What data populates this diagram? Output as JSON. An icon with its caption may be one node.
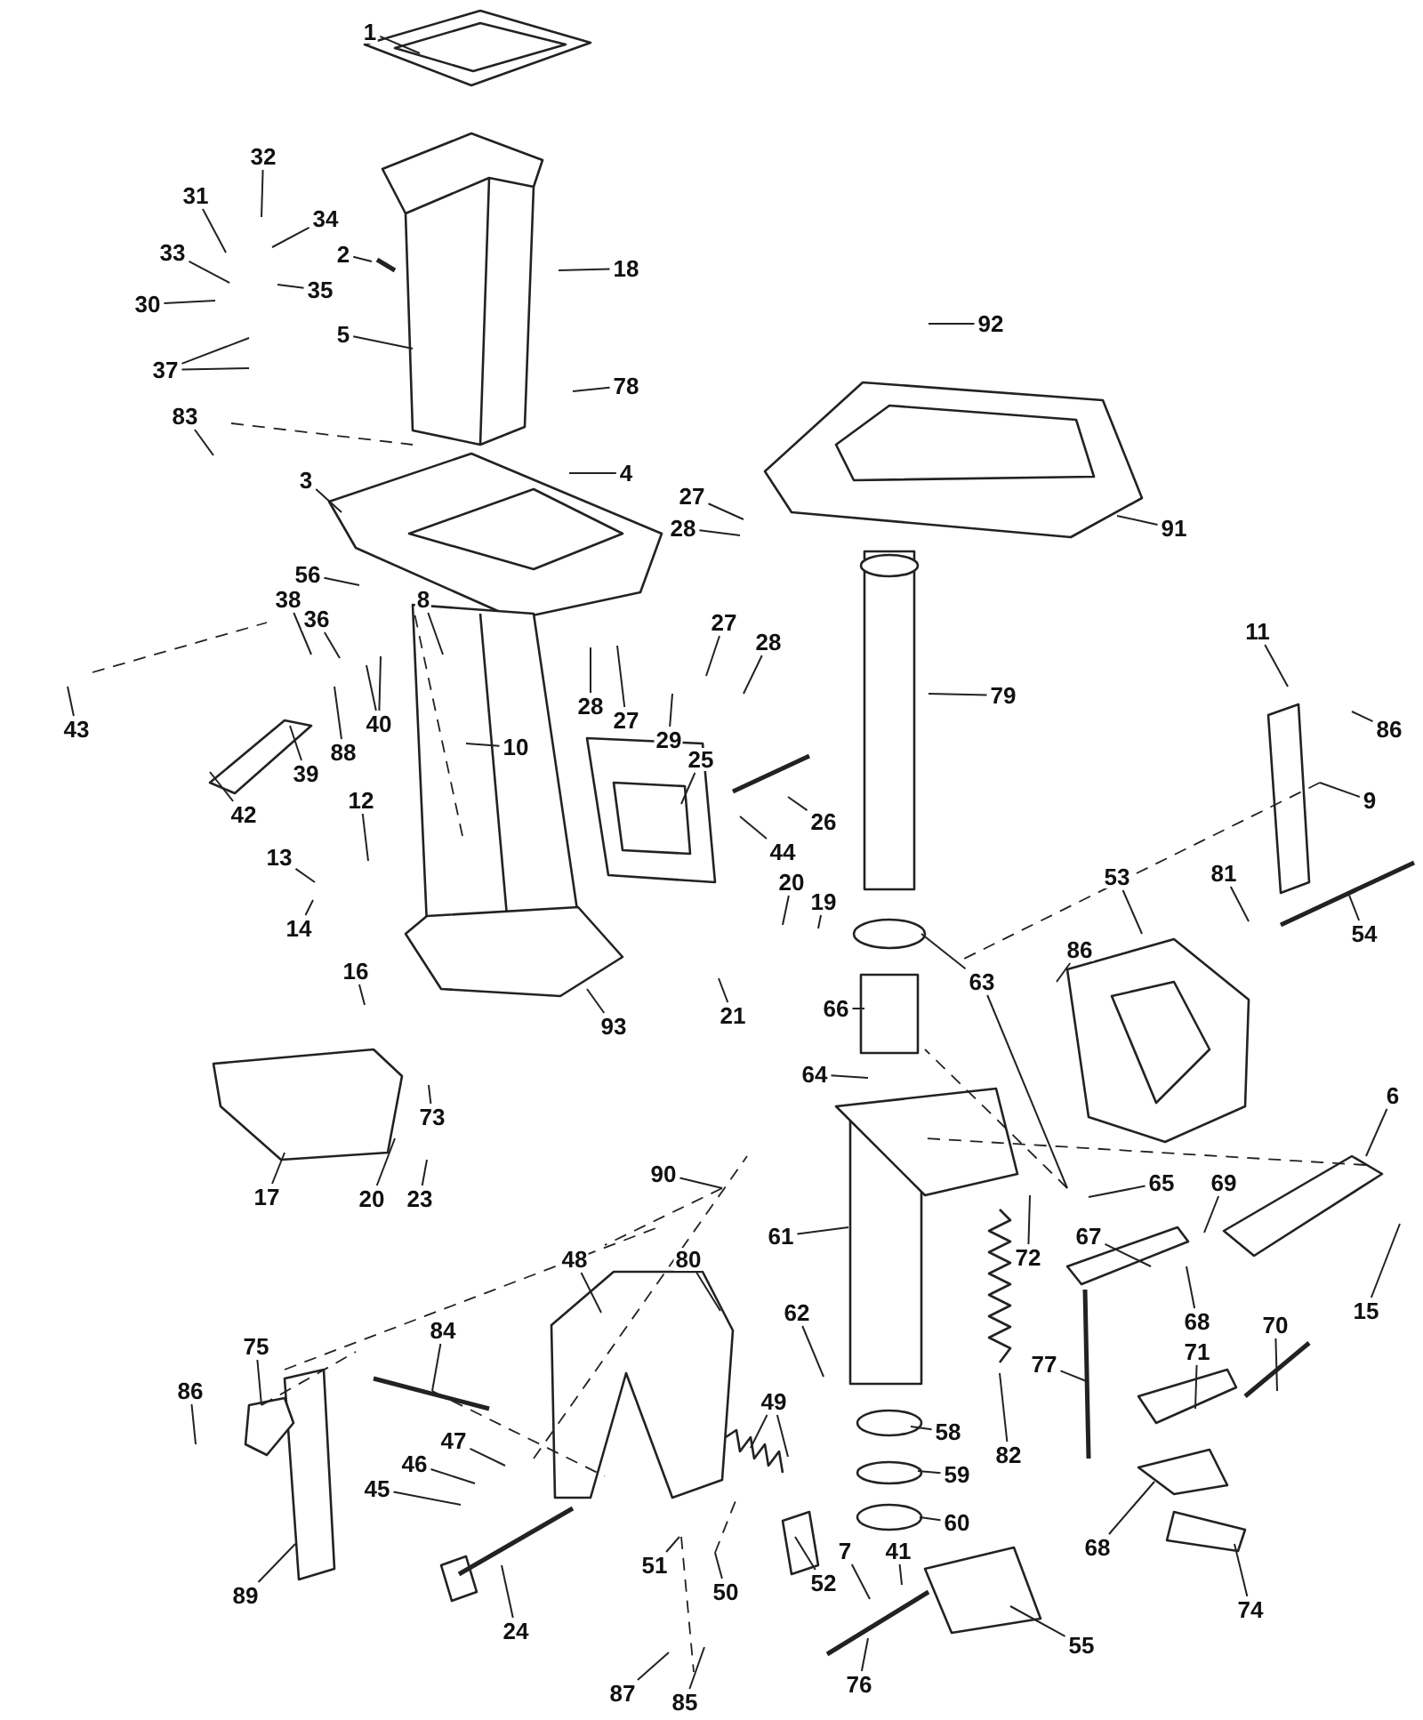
{
  "diagram": {
    "nodes": [
      {
        "text": [
          "1"
        ]
      },
      {
        "text": [
          "32"
        ]
      },
      {
        "text": [
          "31"
        ]
      },
      {
        "text": [
          "34"
        ]
      },
      {
        "text": [
          "33"
        ]
      },
      {
        "text": [
          "2"
        ]
      },
      {
        "text": [
          "18"
        ]
      },
      {
        "text": [
          "35"
        ]
      },
      {
        "text": [
          "30"
        ]
      },
      {
        "text": [
          "92"
        ]
      },
      {
        "text": [
          "5"
        ]
      },
      {
        "text": [
          "37"
        ]
      },
      {
        "text": [
          "78"
        ]
      },
      {
        "text": [
          "83"
        ]
      },
      {
        "text": [
          "4"
        ]
      },
      {
        "text": [
          "3"
        ]
      },
      {
        "text": [
          "27"
        ]
      },
      {
        "text": [
          "28"
        ]
      },
      {
        "text": [
          "91"
        ]
      },
      {
        "text": [
          "56"
        ]
      },
      {
        "text": [
          "8"
        ]
      },
      {
        "text": [
          "38"
        ]
      },
      {
        "text": [
          "36"
        ]
      },
      {
        "text": [
          "27"
        ]
      },
      {
        "text": [
          "28"
        ]
      },
      {
        "text": [
          "11"
        ]
      },
      {
        "text": [
          "28"
        ]
      },
      {
        "text": [
          "27"
        ]
      },
      {
        "text": [
          "40"
        ]
      },
      {
        "text": [
          "79"
        ]
      },
      {
        "text": [
          "43"
        ]
      },
      {
        "text": [
          "86"
        ]
      },
      {
        "text": [
          "29"
        ]
      },
      {
        "text": [
          "10"
        ]
      },
      {
        "text": [
          "88"
        ]
      },
      {
        "text": [
          "25"
        ]
      },
      {
        "text": [
          "39"
        ]
      },
      {
        "text": [
          "9"
        ]
      },
      {
        "text": [
          "42"
        ]
      },
      {
        "text": [
          "26"
        ]
      },
      {
        "text": [
          "12"
        ]
      },
      {
        "text": [
          "44"
        ]
      },
      {
        "text": [
          "13"
        ]
      },
      {
        "text": [
          "81"
        ]
      },
      {
        "text": [
          "53"
        ]
      },
      {
        "text": [
          "20"
        ]
      },
      {
        "text": [
          "19"
        ]
      },
      {
        "text": [
          "14"
        ]
      },
      {
        "text": [
          "54"
        ]
      },
      {
        "text": [
          "86"
        ]
      },
      {
        "text": [
          "16"
        ]
      },
      {
        "text": [
          "63"
        ]
      },
      {
        "text": [
          "66"
        ]
      },
      {
        "text": [
          "21"
        ]
      },
      {
        "text": [
          "93"
        ]
      },
      {
        "text": [
          "64"
        ]
      },
      {
        "text": [
          "6"
        ]
      },
      {
        "text": [
          "73"
        ]
      },
      {
        "text": [
          "90"
        ]
      },
      {
        "text": [
          "65"
        ]
      },
      {
        "text": [
          "69"
        ]
      },
      {
        "text": [
          "17"
        ]
      },
      {
        "text": [
          "20"
        ]
      },
      {
        "text": [
          "23"
        ]
      },
      {
        "text": [
          "61"
        ]
      },
      {
        "text": [
          "67"
        ]
      },
      {
        "text": [
          "72"
        ]
      },
      {
        "text": [
          "48"
        ]
      },
      {
        "text": [
          "80"
        ]
      },
      {
        "text": [
          "15"
        ]
      },
      {
        "text": [
          "62"
        ]
      },
      {
        "text": [
          "68"
        ]
      },
      {
        "text": [
          "70"
        ]
      },
      {
        "text": [
          "84"
        ]
      },
      {
        "text": [
          "75"
        ]
      },
      {
        "text": [
          "71"
        ]
      },
      {
        "text": [
          "77"
        ]
      },
      {
        "text": [
          "86"
        ]
      },
      {
        "text": [
          "49"
        ]
      },
      {
        "text": [
          "58"
        ]
      },
      {
        "text": [
          "47"
        ]
      },
      {
        "text": [
          "82"
        ]
      },
      {
        "text": [
          "46"
        ]
      },
      {
        "text": [
          "59"
        ]
      },
      {
        "text": [
          "45"
        ]
      },
      {
        "text": [
          "60"
        ]
      },
      {
        "text": [
          "68"
        ]
      },
      {
        "text": [
          "7"
        ]
      },
      {
        "text": [
          "41"
        ]
      },
      {
        "text": [
          "51"
        ]
      },
      {
        "text": [
          "52"
        ]
      },
      {
        "text": [
          "50"
        ]
      },
      {
        "text": [
          "89"
        ]
      },
      {
        "text": [
          "74"
        ]
      },
      {
        "text": [
          "24"
        ]
      },
      {
        "text": [
          "55"
        ]
      },
      {
        "text": [
          "76"
        ]
      },
      {
        "text": [
          "87"
        ]
      },
      {
        "text": [
          "85"
        ]
      }
    ],
    "edges": [
      {
        "from": 0,
        "to": null,
        "arrow": "none"
      },
      {
        "from": 1,
        "to": null,
        "arrow": "none"
      },
      {
        "from": 2,
        "to": null,
        "arrow": "none"
      },
      {
        "from": 3,
        "to": null,
        "arrow": "none"
      },
      {
        "from": 4,
        "to": null,
        "arrow": "none"
      },
      {
        "from": 5,
        "to": null,
        "arrow": "none"
      },
      {
        "from": 6,
        "to": null,
        "arrow": "none"
      },
      {
        "from": 7,
        "to": null,
        "arrow": "none"
      },
      {
        "from": 8,
        "to": null,
        "arrow": "none"
      },
      {
        "from": 9,
        "to": null,
        "arrow": "none"
      },
      {
        "from": 10,
        "to": null,
        "arrow": "none"
      },
      {
        "from": 11,
        "to": null,
        "arrow": "none"
      },
      {
        "from": 11,
        "to": null,
        "arrow": "none"
      },
      {
        "from": 12,
        "to": null,
        "arrow": "none"
      },
      {
        "from": 13,
        "to": null,
        "arrow": "none"
      },
      {
        "from": 14,
        "to": null,
        "arrow": "none"
      },
      {
        "from": 15,
        "to": null,
        "arrow": "none"
      },
      {
        "from": 16,
        "to": null,
        "arrow": "none"
      },
      {
        "from": 17,
        "to": null,
        "arrow": "none"
      },
      {
        "from": 18,
        "to": null,
        "arrow": "none"
      },
      {
        "from": 19,
        "to": null,
        "arrow": "none"
      },
      {
        "from": 20,
        "to": null,
        "arrow": "none"
      },
      {
        "from": 21,
        "to": null,
        "arrow": "none"
      },
      {
        "from": 22,
        "to": null,
        "arrow": "none"
      },
      {
        "from": 23,
        "to": null,
        "arrow": "none"
      },
      {
        "from": 24,
        "to": null,
        "arrow": "none"
      },
      {
        "from": 25,
        "to": null,
        "arrow": "none"
      },
      {
        "from": 26,
        "to": null,
        "arrow": "none"
      },
      {
        "from": 27,
        "to": null,
        "arrow": "none"
      },
      {
        "from": 28,
        "to": null,
        "arrow": "none"
      },
      {
        "from": 28,
        "to": null,
        "arrow": "none"
      },
      {
        "from": 29,
        "to": null,
        "arrow": "none"
      },
      {
        "from": 30,
        "to": null,
        "arrow": "none"
      },
      {
        "from": 31,
        "to": null,
        "arrow": "none"
      },
      {
        "from": 32,
        "to": null,
        "arrow": "none"
      },
      {
        "from": 33,
        "to": null,
        "arrow": "none"
      },
      {
        "from": 34,
        "to": null,
        "arrow": "none"
      },
      {
        "from": 35,
        "to": null,
        "arrow": "none"
      },
      {
        "from": 36,
        "to": null,
        "arrow": "none"
      },
      {
        "from": 37,
        "to": null,
        "arrow": "none"
      },
      {
        "from": 38,
        "to": null,
        "arrow": "none"
      },
      {
        "from": 39,
        "to": null,
        "arrow": "none"
      },
      {
        "from": 40,
        "to": null,
        "arrow": "none"
      },
      {
        "from": 41,
        "to": null,
        "arrow": "none"
      },
      {
        "from": 42,
        "to": null,
        "arrow": "none"
      },
      {
        "from": 43,
        "to": null,
        "arrow": "none"
      },
      {
        "from": 44,
        "to": null,
        "arrow": "none"
      },
      {
        "from": 45,
        "to": null,
        "arrow": "none"
      },
      {
        "from": 46,
        "to": null,
        "arrow": "none"
      },
      {
        "from": 47,
        "to": null,
        "arrow": "none"
      },
      {
        "from": 48,
        "to": null,
        "arrow": "none"
      },
      {
        "from": 49,
        "to": null,
        "arrow": "none"
      },
      {
        "from": 50,
        "to": null,
        "arrow": "none"
      },
      {
        "from": 51,
        "to": null,
        "arrow": "none"
      },
      {
        "from": 51,
        "to": null,
        "arrow": "none"
      },
      {
        "from": 52,
        "to": null,
        "arrow": "none"
      },
      {
        "from": 53,
        "to": null,
        "arrow": "none"
      },
      {
        "from": 54,
        "to": null,
        "arrow": "none"
      },
      {
        "from": 55,
        "to": null,
        "arrow": "none"
      },
      {
        "from": 56,
        "to": null,
        "arrow": "none"
      },
      {
        "from": 57,
        "to": null,
        "arrow": "none"
      },
      {
        "from": 58,
        "to": null,
        "arrow": "none"
      },
      {
        "from": 59,
        "to": null,
        "arrow": "none"
      },
      {
        "from": 60,
        "to": null,
        "arrow": "none"
      },
      {
        "from": 61,
        "to": null,
        "arrow": "none"
      },
      {
        "from": 62,
        "to": null,
        "arrow": "none"
      },
      {
        "from": 63,
        "to": null,
        "arrow": "none"
      },
      {
        "from": 64,
        "to": null,
        "arrow": "none"
      },
      {
        "from": 65,
        "to": null,
        "arrow": "none"
      },
      {
        "from": 66,
        "to": null,
        "arrow": "none"
      },
      {
        "from": 67,
        "to": null,
        "arrow": "none"
      },
      {
        "from": 68,
        "to": null,
        "arrow": "none"
      },
      {
        "from": 69,
        "to": null,
        "arrow": "none"
      },
      {
        "from": 70,
        "to": null,
        "arrow": "none"
      },
      {
        "from": 71,
        "to": null,
        "arrow": "none"
      },
      {
        "from": 72,
        "to": null,
        "arrow": "none"
      },
      {
        "from": 73,
        "to": null,
        "arrow": "none"
      },
      {
        "from": 74,
        "to": null,
        "arrow": "none"
      },
      {
        "from": 75,
        "to": null,
        "arrow": "none"
      },
      {
        "from": 76,
        "to": null,
        "arrow": "none"
      },
      {
        "from": 77,
        "to": null,
        "arrow": "none"
      },
      {
        "from": 78,
        "to": null,
        "arrow": "none"
      },
      {
        "from": 78,
        "to": null,
        "arrow": "none"
      },
      {
        "from": 79,
        "to": null,
        "arrow": "none"
      },
      {
        "from": 80,
        "to": null,
        "arrow": "none"
      },
      {
        "from": 81,
        "to": null,
        "arrow": "none"
      },
      {
        "from": 82,
        "to": null,
        "arrow": "none"
      },
      {
        "from": 83,
        "to": null,
        "arrow": "none"
      },
      {
        "from": 84,
        "to": null,
        "arrow": "none"
      },
      {
        "from": 85,
        "to": null,
        "arrow": "none"
      },
      {
        "from": 86,
        "to": null,
        "arrow": "none"
      },
      {
        "from": 87,
        "to": null,
        "arrow": "none"
      },
      {
        "from": 88,
        "to": null,
        "arrow": "none"
      },
      {
        "from": 89,
        "to": null,
        "arrow": "none"
      },
      {
        "from": 90,
        "to": null,
        "arrow": "none"
      },
      {
        "from": 91,
        "to": null,
        "arrow": "none"
      },
      {
        "from": 92,
        "to": null,
        "arrow": "none"
      },
      {
        "from": 93,
        "to": null,
        "arrow": "none"
      },
      {
        "from": 94,
        "to": null,
        "arrow": "none"
      },
      {
        "from": 95,
        "to": null,
        "arrow": "none"
      },
      {
        "from": 96,
        "to": null,
        "arrow": "none"
      },
      {
        "from": 97,
        "to": null,
        "arrow": "none"
      },
      {
        "from": 98,
        "to": null,
        "arrow": "none"
      }
    ]
  }
}
